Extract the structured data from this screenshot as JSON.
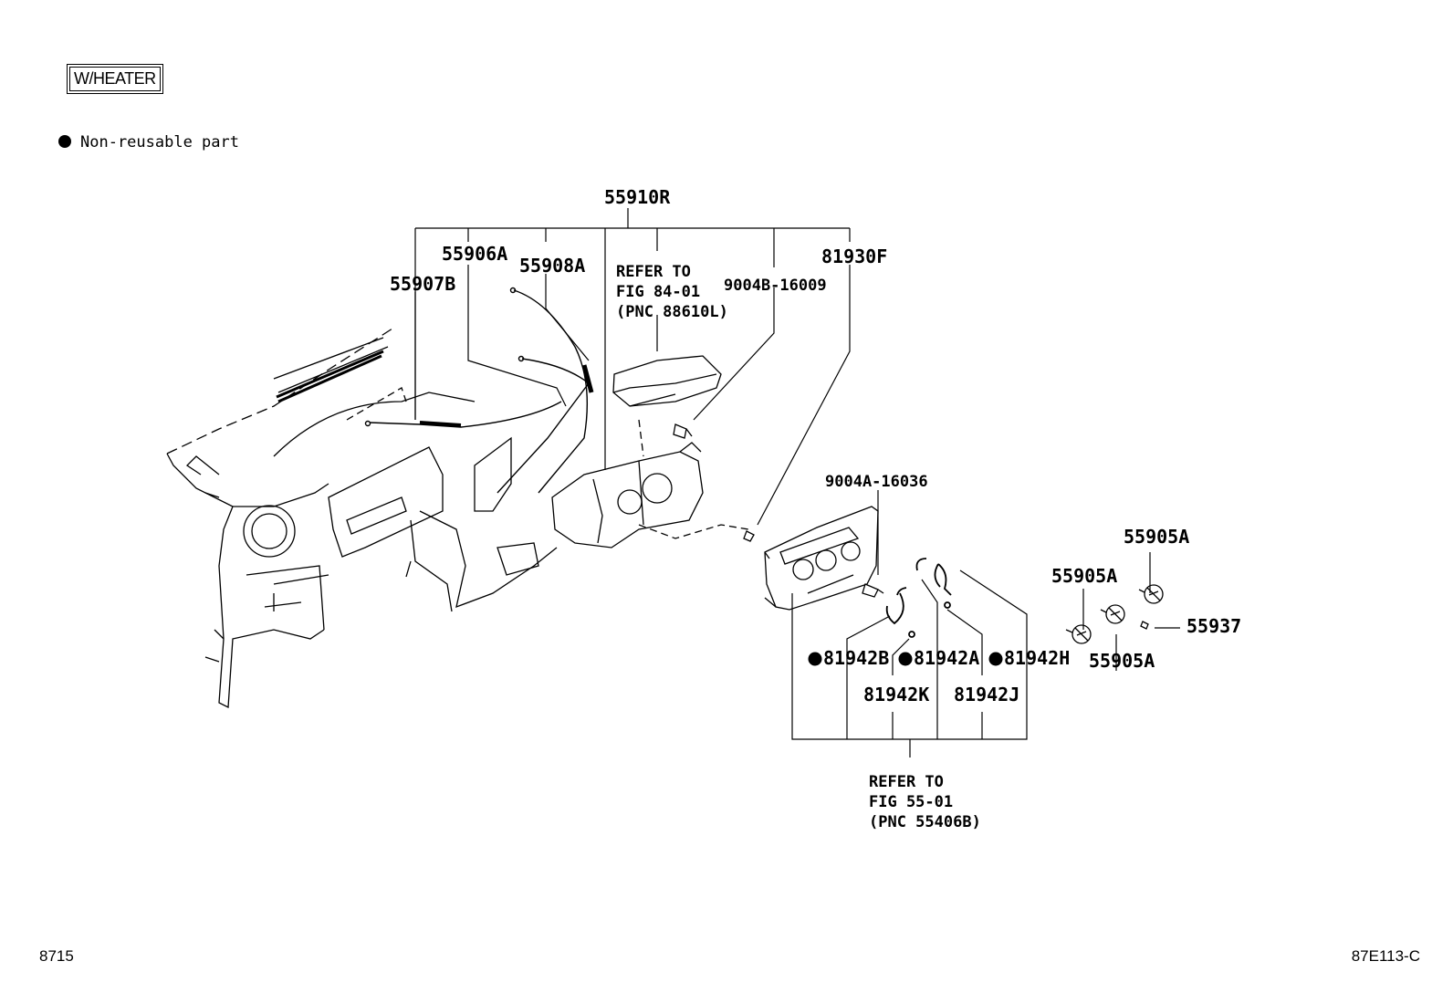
{
  "variant_label": "W/HEATER",
  "legend": {
    "symbol": "filled-circle",
    "text": "Non-reusable part"
  },
  "parts": {
    "p55910R": "55910R",
    "p55906A": "55906A",
    "p55908A": "55908A",
    "p55907B": "55907B",
    "p81930F": "81930F",
    "p9004B_16009": "9004B-16009",
    "p9004A_16036": "9004A-16036",
    "p55905A_a": "55905A",
    "p55905A_b": "55905A",
    "p55905A_c": "55905A",
    "p55937": "55937",
    "p81942B": "81942B",
    "p81942A": "81942A",
    "p81942H": "81942H",
    "p81942K": "81942K",
    "p81942J": "81942J"
  },
  "refs": {
    "fig84": [
      "REFER TO",
      "FIG 84-01",
      "(PNC 88610L)"
    ],
    "fig55": [
      "REFER TO",
      "FIG 55-01",
      "(PNC 55406B)"
    ]
  },
  "footer": {
    "left": "8715",
    "right": "87E113-C"
  }
}
